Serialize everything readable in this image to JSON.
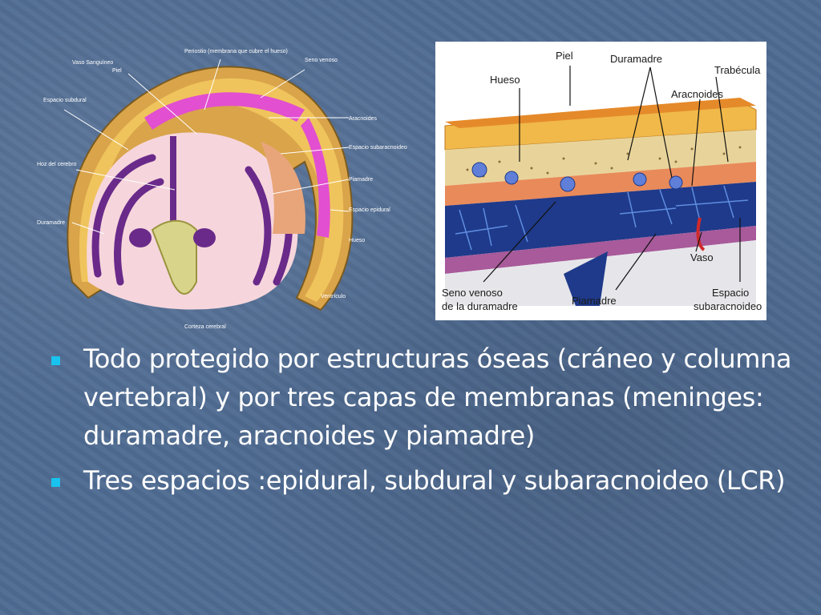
{
  "left_diagram": {
    "labels": [
      "Vaso Sanguíneo",
      "Piel",
      "Periostio (membrana que cubre el hueso)",
      "Seno venoso",
      "Aracnoides",
      "Espacio subaracnoideo",
      "Piamadre",
      "Corteza cerebral",
      "Espacio subdural",
      "Hoz del cerebro",
      "Duramadre",
      "Espacio epidural",
      "Ventrículo",
      "Hueso"
    ]
  },
  "right_diagram": {
    "labels": {
      "piel": "Piel",
      "duramadre": "Duramadre",
      "trabecula": "Trabécula",
      "hueso": "Hueso",
      "aracnoides": "Aracnoides",
      "vaso": "Vaso",
      "seno_venoso_1": "Seno venoso",
      "seno_venoso_2": "de la duramadre",
      "piamadre": "Piamadre",
      "espacio_1": "Espacio",
      "espacio_2": "subaracnoideo"
    }
  },
  "bullets": [
    {
      "text": "Todo protegido por estructuras óseas (cráneo y columna vertebral) y por tres capas de membranas (meninges: duramadre, aracnoides y piamadre)"
    },
    {
      "text": "Tres espacios :epidural, subdural y subaracnoideo (LCR)"
    }
  ],
  "colors": {
    "background": "#4f6b92",
    "bullet_marker": "#19c3ef",
    "text": "#ffffff"
  }
}
